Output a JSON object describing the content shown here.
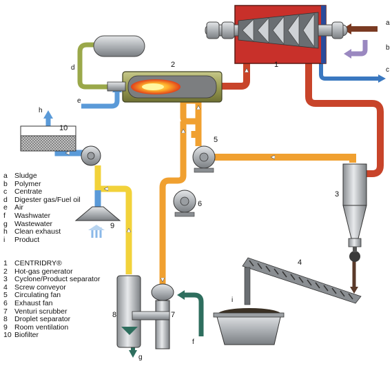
{
  "components": [
    {
      "id": "1",
      "name": "CENTRIDRY®"
    },
    {
      "id": "2",
      "name": "Hot-gas generator"
    },
    {
      "id": "3",
      "name": "Cyclone/Product separator"
    },
    {
      "id": "4",
      "name": "Screw conveyor"
    },
    {
      "id": "5",
      "name": "Circulating fan"
    },
    {
      "id": "6",
      "name": "Exhaust fan"
    },
    {
      "id": "7",
      "name": "Venturi scrubber"
    },
    {
      "id": "8",
      "name": "Droplet separator"
    },
    {
      "id": "9",
      "name": "Room ventilation"
    },
    {
      "id": "10",
      "name": "Biofilter"
    }
  ],
  "streams": [
    {
      "id": "a",
      "name": "Sludge"
    },
    {
      "id": "b",
      "name": "Polymer"
    },
    {
      "id": "c",
      "name": "Centrate"
    },
    {
      "id": "d",
      "name": "Digester gas/Fuel oil"
    },
    {
      "id": "e",
      "name": "Air"
    },
    {
      "id": "f",
      "name": "Washwater"
    },
    {
      "id": "g",
      "name": "Wastewater"
    },
    {
      "id": "h",
      "name": "Clean exhaust"
    },
    {
      "id": "i",
      "name": "Product"
    }
  ],
  "colors": {
    "hot_gas": "#c8442a",
    "circulating_gas": "#f0a030",
    "exhaust": "#f2d23a",
    "air": "#5a9ad8",
    "sludge": "#7a3a22",
    "polymer": "#9a88c0",
    "centrate": "#3a78c0",
    "fuel": "#9aa84a",
    "washwater": "#2e6e5e",
    "wastewater": "#2e6e5e",
    "dryer_housing": "#c8302a",
    "equipment_grey": "#b8bcc0"
  }
}
